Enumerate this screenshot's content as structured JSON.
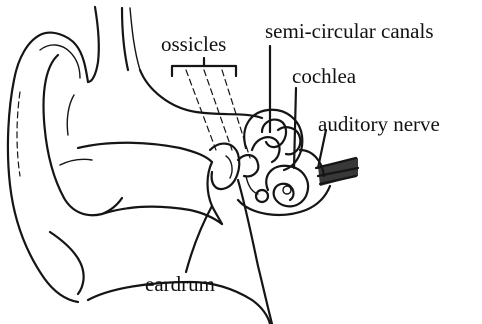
{
  "diagram": {
    "labels": {
      "ossicles": "ossicles",
      "semicircular_canals": "semi-circular canals",
      "cochlea": "cochlea",
      "auditory_nerve": "auditory nerve",
      "eardrum": "eardrum"
    }
  },
  "colors": {
    "ink": "#151515",
    "background": "#ffffff"
  }
}
